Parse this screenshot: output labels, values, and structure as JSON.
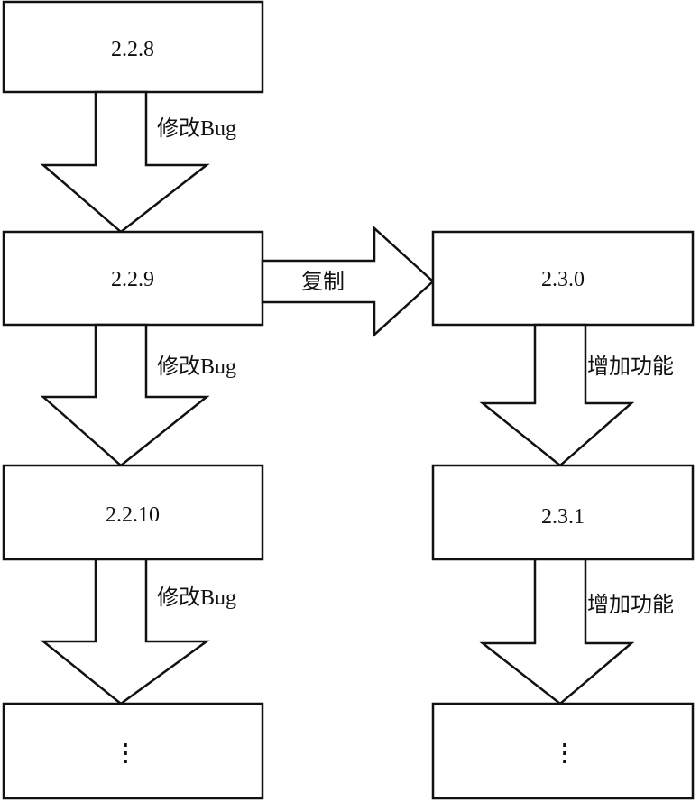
{
  "diagram": {
    "boxes": {
      "v228": "2.2.8",
      "v229": "2.2.9",
      "v2210": "2.2.10",
      "left_more": "⋮",
      "v230": "2.3.0",
      "v231": "2.3.1",
      "right_more": "⋮"
    },
    "edges": {
      "fix_bug_1": "修改Bug",
      "fix_bug_2": "修改Bug",
      "fix_bug_3": "修改Bug",
      "copy": "复制",
      "add_feature_1": "增加功能",
      "add_feature_2": "增加功能"
    }
  }
}
